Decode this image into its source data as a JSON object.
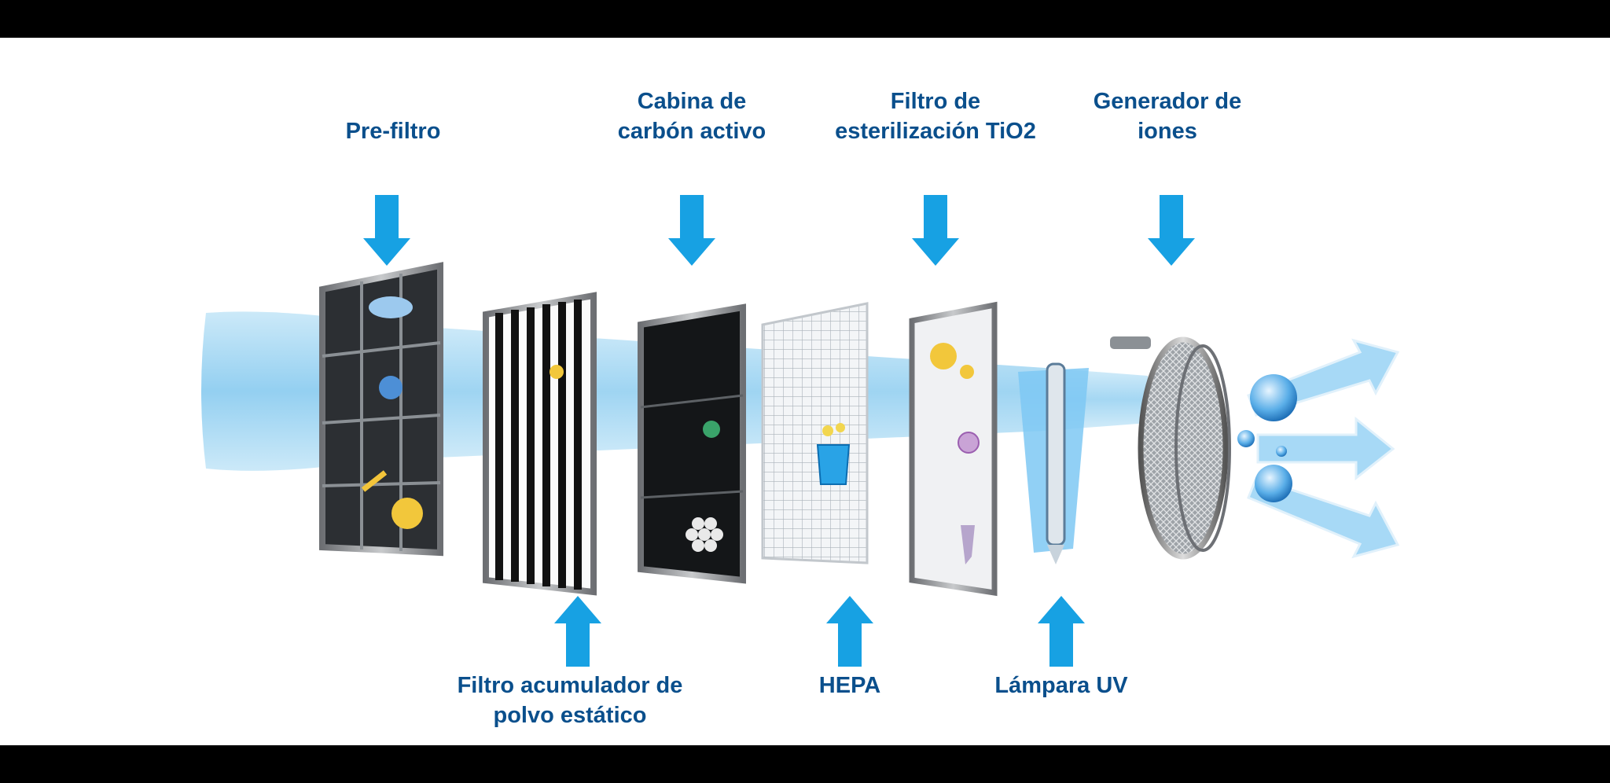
{
  "colors": {
    "background": "#ffffff",
    "letterbox": "#000000",
    "label_text": "#0a4f8c",
    "arrow_blue": "#17a1e3",
    "airflow_blue": "#9fd3f1"
  },
  "labels": {
    "top": [
      {
        "id": "prefiltro",
        "text": "Pre-filtro"
      },
      {
        "id": "carbon",
        "text": "Cabina de\ncarbón activo"
      },
      {
        "id": "tio2",
        "text": "Filtro de\nesterilización TiO2"
      },
      {
        "id": "iones",
        "text": "Generador de\niones"
      }
    ],
    "bottom": [
      {
        "id": "electrostatico",
        "text": "Filtro acumulador de\npolvo estático"
      },
      {
        "id": "hepa",
        "text": "HEPA"
      },
      {
        "id": "uv",
        "text": "Lámpara UV"
      }
    ]
  },
  "icons": {
    "arrow": "down/up-arrow-icon",
    "pollutants": [
      "cloud-face-icon",
      "germ-face-icon",
      "cigarette-icon",
      "sad-face-icon",
      "moon-icon",
      "bucket-icon",
      "molecule-icon",
      "bacteria-icon"
    ],
    "output": "clean-air-bubble-icon"
  }
}
